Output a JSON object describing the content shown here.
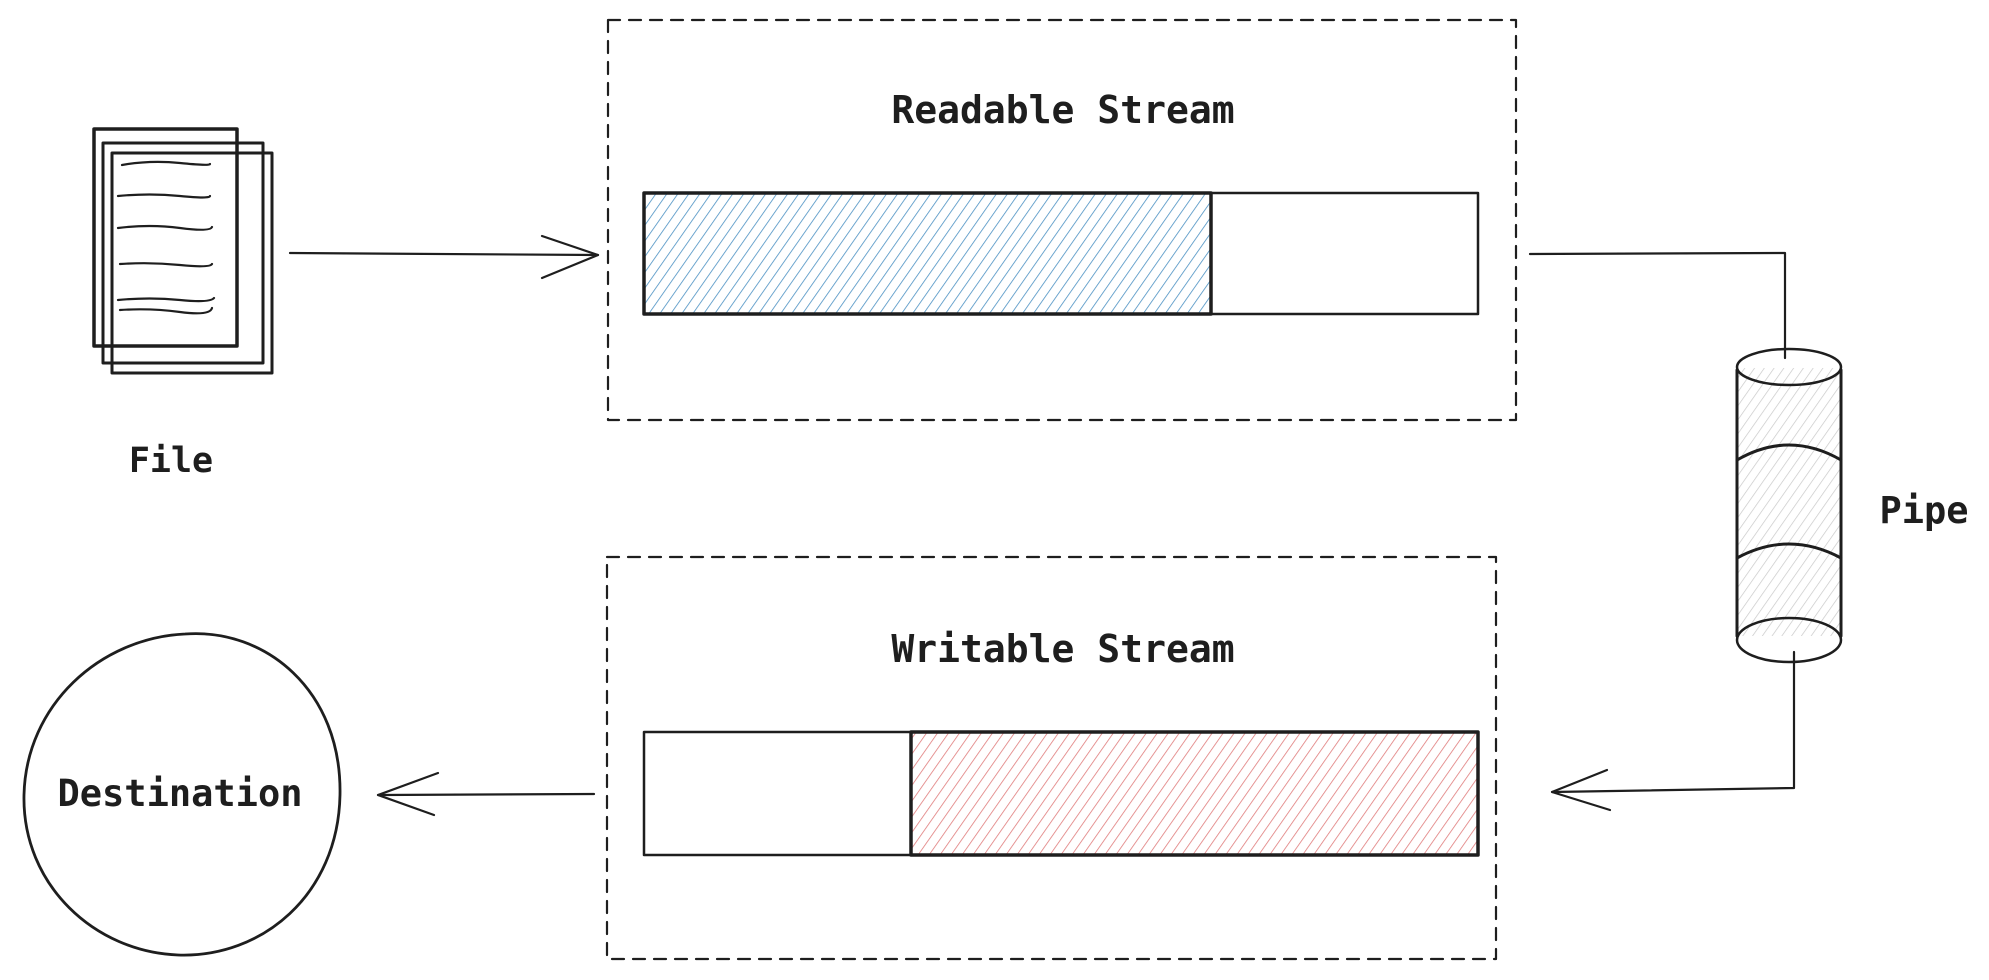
{
  "labels": {
    "file": "File",
    "readable_stream": "Readable Stream",
    "pipe": "Pipe",
    "writable_stream": "Writable Stream",
    "destination": "Destination"
  },
  "readable_buffer": {
    "fill_fraction": 0.68,
    "fill_color": "#4a90c2"
  },
  "writable_buffer": {
    "fill_fraction": 0.68,
    "fill_color": "#e07b7b"
  },
  "colors": {
    "stroke": "#1e1e1e",
    "pipe_hatch": "#c8c8c8",
    "pipe_end": "#cfd3da",
    "background": "#ffffff"
  },
  "icons": {
    "file": "document-stack-icon",
    "pipe": "cylinder-pipe-icon",
    "destination": "circle-node"
  }
}
